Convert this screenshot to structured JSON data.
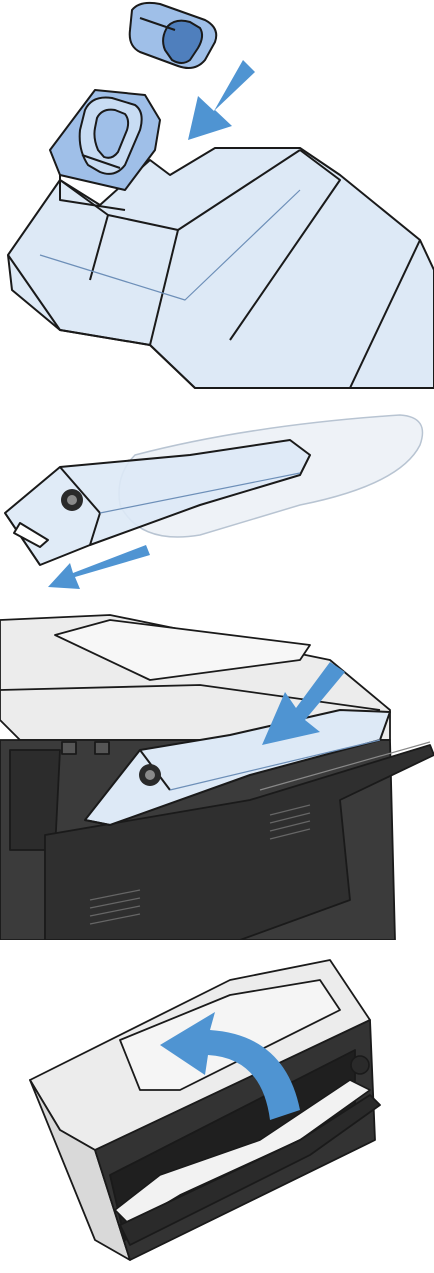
{
  "figure": {
    "steps": [
      {
        "id": "step-1",
        "action": "attach-handle-to-cartridge",
        "arrow": "down-left"
      },
      {
        "id": "step-2",
        "action": "remove-cartridge-from-bag",
        "arrow": "left"
      },
      {
        "id": "step-3",
        "action": "insert-cartridge-into-printer",
        "arrow": "down-left"
      },
      {
        "id": "step-4",
        "action": "close-front-door",
        "arrow": "curved-up-left"
      }
    ],
    "colors": {
      "cartridge_fill": "#dde9f6",
      "handle_fill": "#9fbfe8",
      "arrow": "#4f94d2",
      "printer_body": "#3b3b3b",
      "printer_top": "#ececec",
      "outline": "#1a1a1a"
    },
    "icons": [
      "arrow-icon",
      "curved-arrow-icon",
      "gear-icon"
    ]
  }
}
